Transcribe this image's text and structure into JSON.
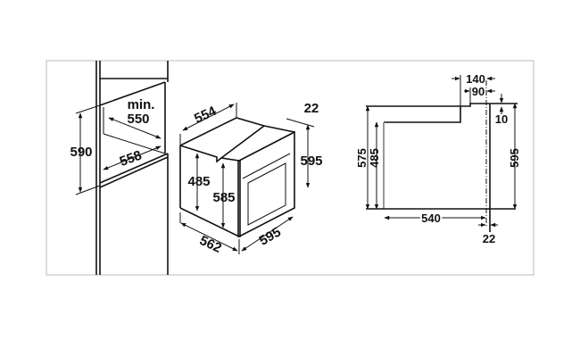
{
  "niche": {
    "height": "590",
    "min_label": "min.",
    "depth_min": "550",
    "width": "558"
  },
  "oven": {
    "depth_top": "554",
    "front_thickness": "22",
    "front_height": "595",
    "body_height": "485",
    "total_height": "585",
    "depth_bottom": "562",
    "width": "595"
  },
  "side_view": {
    "d140": "140",
    "d90": "90",
    "d10": "10",
    "d575": "575",
    "d485": "485",
    "d595": "595",
    "d540": "540",
    "d22": "22"
  }
}
